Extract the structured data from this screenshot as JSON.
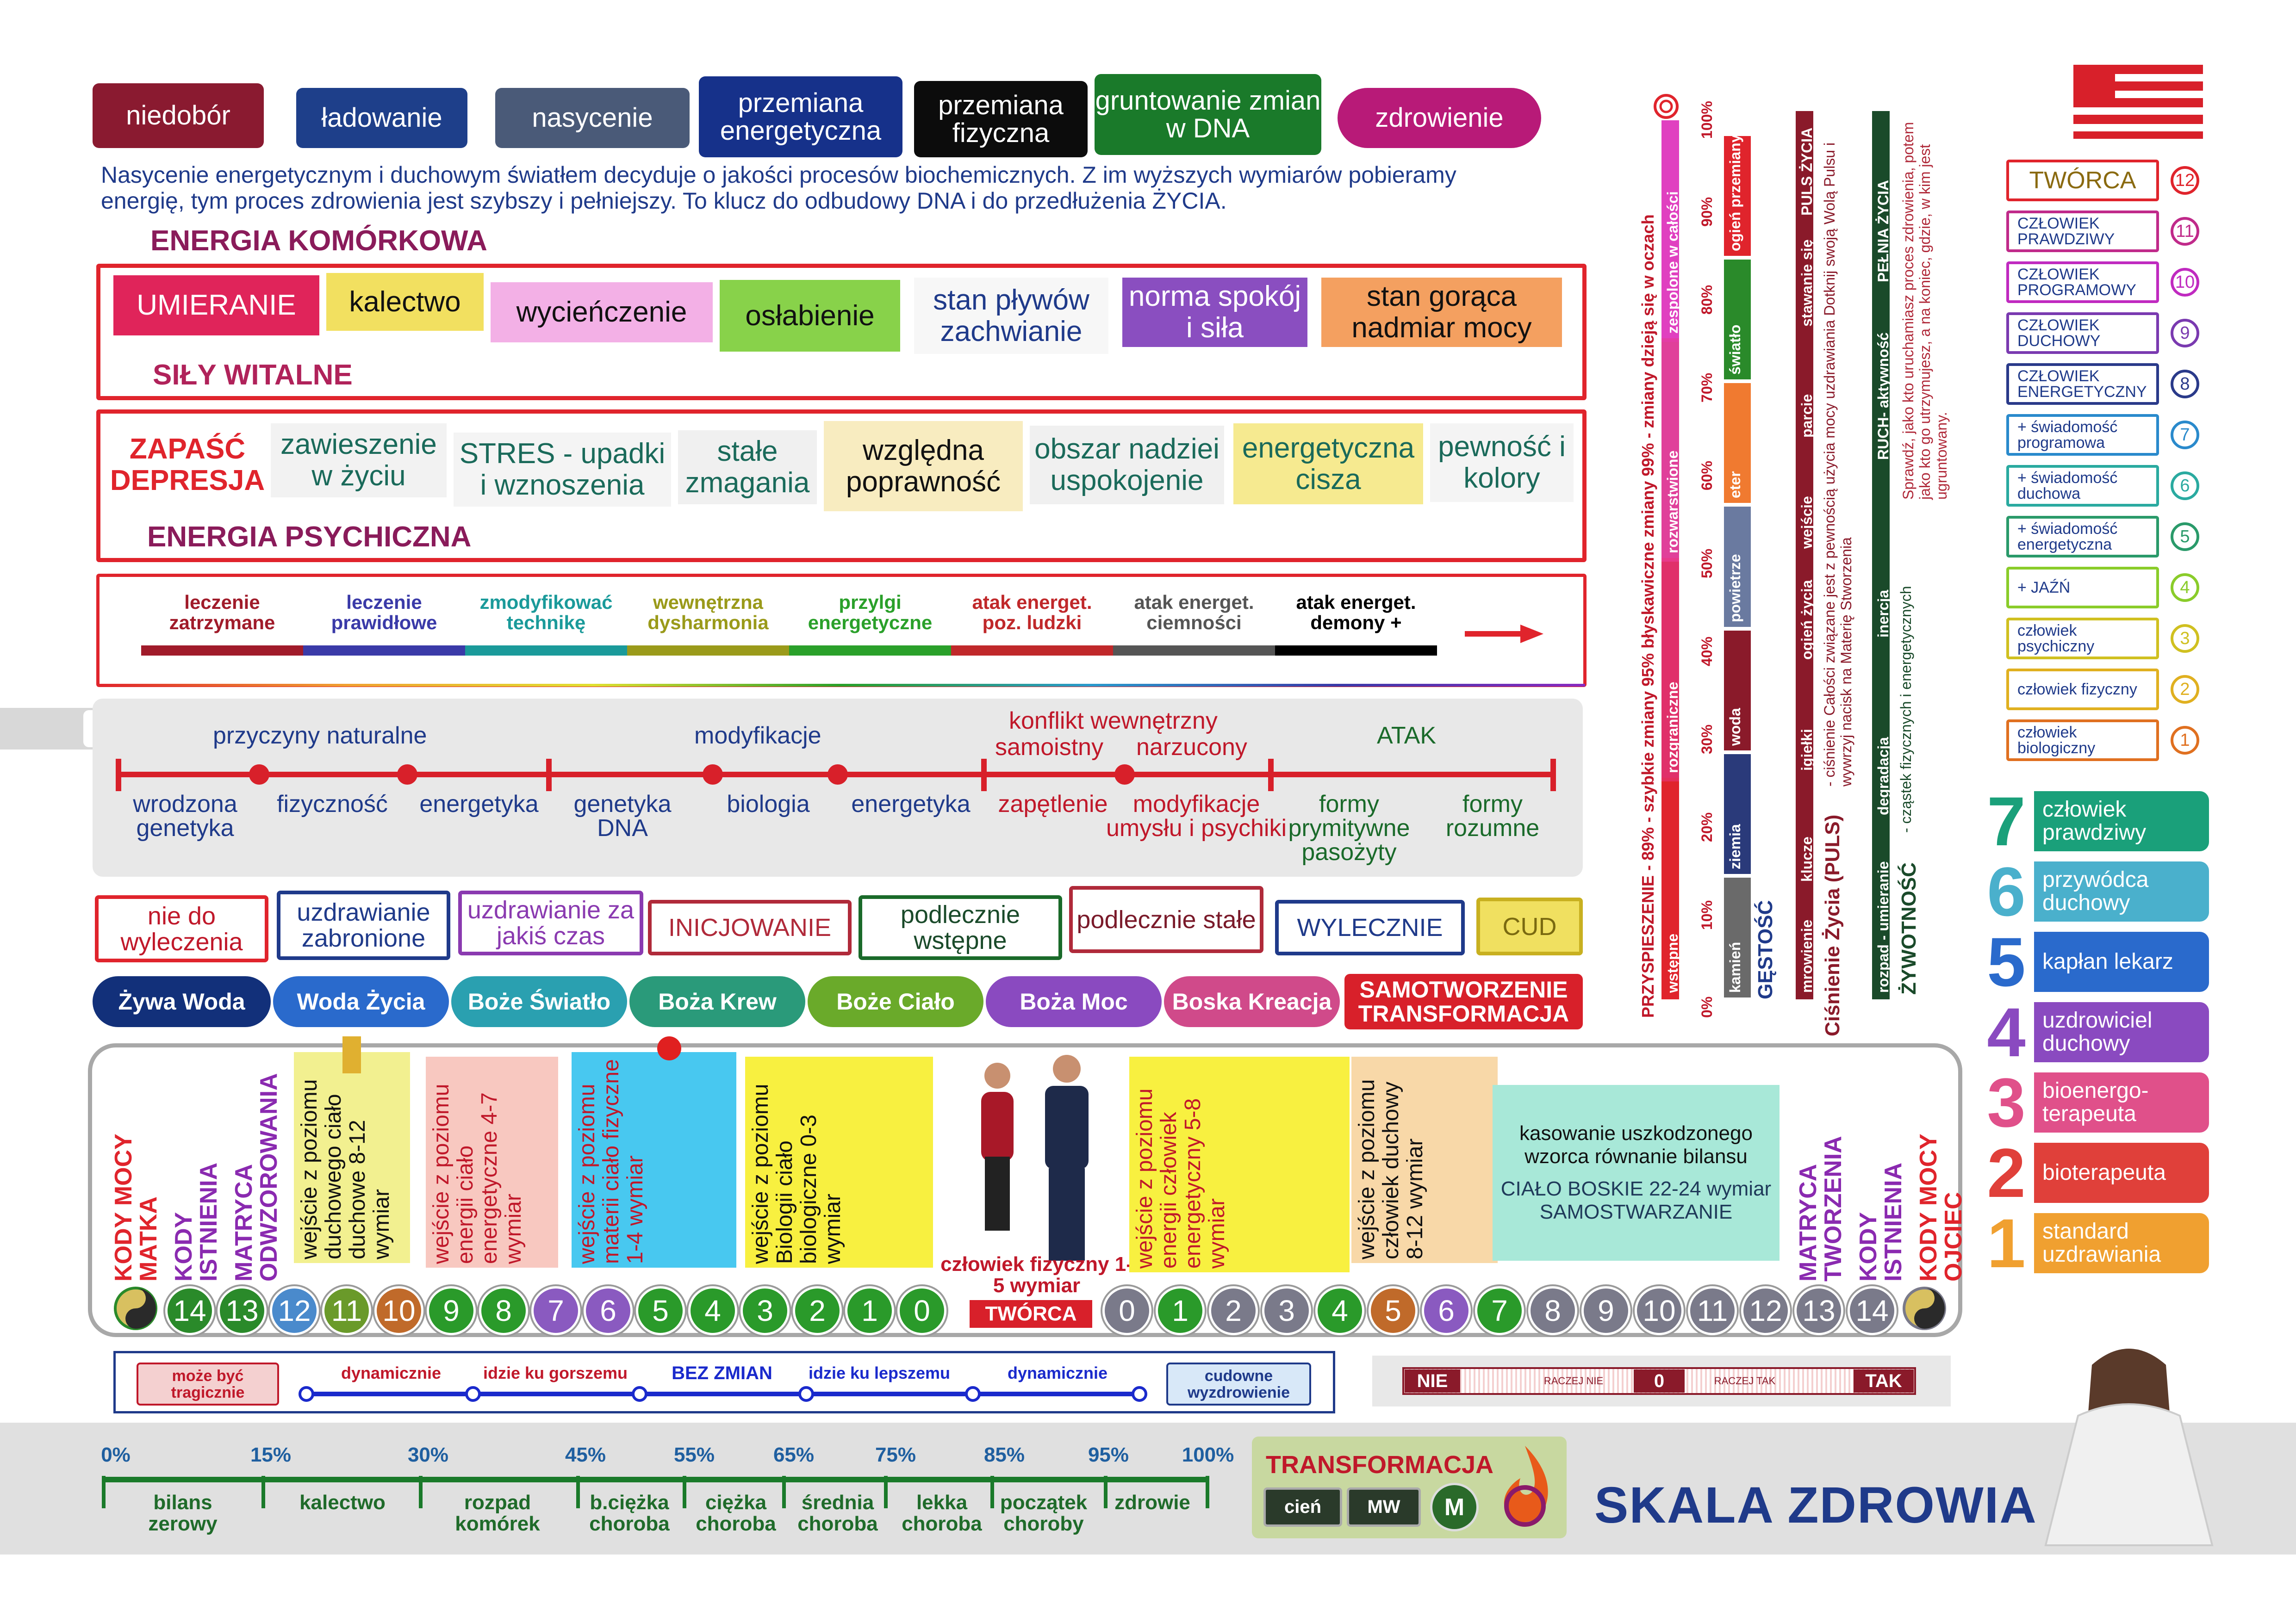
{
  "phases": [
    "niedobór",
    "ładowanie",
    "nasycenie",
    "przemiana energetyczna",
    "przemiana fizyczna",
    "gruntowanie zmian w DNA",
    "zdrowienie"
  ],
  "intro": "Nasycenie energetycznym i duchowym światłem decyduje o jakości procesów biochemicznych. Z im wyższych wymiarów pobieramy energię, tym proces zdrowienia jest szybszy i pełniejszy. To klucz do odbudowy DNA i do przedłużenia ŻYCIA.",
  "cell": {
    "title": "ENERGIA KOMÓRKOWA",
    "subtitle": "SIŁY WITALNE",
    "items": [
      "UMIERANIE",
      "kalectwo",
      "wycieńczenie",
      "osłabienie",
      "stan pływów zachwianie",
      "norma spokój i siła",
      "stan gorąca nadmiar mocy"
    ]
  },
  "psych": {
    "title": "ENERGIA PSYCHICZNA",
    "items": [
      "ZAPAŚĆ DEPRESJA",
      "zawieszenie w życiu",
      "STRES - upadki i wznoszenia",
      "stałe zmagania",
      "względna poprawność",
      "obszar nadziei uspokojenie",
      "energetyczna cisza",
      "pewność i kolory"
    ]
  },
  "treatment": {
    "items": [
      "leczenie zatrzymane",
      "leczenie prawidłowe",
      "zmodyfikować technikę",
      "wewnętrzna dysharmonia",
      "przylgi energetyczne",
      "atak energet. poz. ludzki",
      "atak energet. ciemności",
      "atak energet. demony +"
    ],
    "colors": [
      "#a01b2a",
      "#3a3aa8",
      "#1a9a9a",
      "#9a9a1a",
      "#2aa02a",
      "#c0282a",
      "#555555",
      "#000000"
    ]
  },
  "causes": {
    "tab": "3",
    "top": [
      "przyczyny naturalne",
      "modyfikacje",
      "konflikt wewnętrzny",
      "samoistny",
      "narzucony",
      "ATAK"
    ],
    "bottom": [
      "wrodzona genetyka",
      "fizyczność",
      "energetyka",
      "genetyka DNA",
      "biologia",
      "energetyka",
      "zapętlenie",
      "modyfikacje umysłu i psychiki",
      "formy prymitywne pasożyty",
      "formy rozumne"
    ]
  },
  "curability": [
    "nie do wyleczenia",
    "uzdrawianie zabronione",
    "uzdrawianie za jakiś czas",
    "INICJOWANIE",
    "podlecznie wstępne",
    "podlecznie stałe",
    "WYLECZNIE",
    "CUD"
  ],
  "remedies": [
    "Żywa Woda",
    "Woda Życia",
    "Boże Światło",
    "Boża Krew",
    "Boże Ciało",
    "Boża Moc",
    "Boska Kreacja",
    "SAMOTWORZENIE TRANSFORMACJA"
  ],
  "matrix": {
    "left_vertical": [
      "KODY MOCY MATKA",
      "KODY ISTNIENIA",
      "MATRYCA ODWZOROWANIA"
    ],
    "right_vertical": [
      "MATRYCA TWORZENIA",
      "KODY ISTNIENIA",
      "KODY MOCY OJCIEC"
    ],
    "notes": [
      "wejście z poziomu duchowego ciało duchowe 8-12 wymiar",
      "wejście z poziomu energii ciało energetyczne 4-7 wymiar",
      "wejście z poziomu materii ciało fizyczne 1-4 wymiar",
      "wejście z poziomu Biologii ciało biologiczne 0-3 wymiar",
      "wejście z poziomu energii człowiek energetyczny 5-8 wymiar",
      "wejście z poziomu człowiek duchowy 8-12 wymiar"
    ],
    "center_caption": "człowiek fizyczny 1-5 wymiar",
    "center_badge": "TWÓRCA",
    "final_note_top": "kasowanie uszkodzonego wzorca równanie bilansu",
    "final_note_bottom": "CIAŁO BOSKIE 22-24 wymiar SAMOSTWARZANIE",
    "left_numbers": [
      "14",
      "13",
      "12",
      "11",
      "10",
      "9",
      "8",
      "7",
      "6",
      "5",
      "4",
      "3",
      "2",
      "1",
      "0"
    ],
    "right_numbers": [
      "0",
      "1",
      "2",
      "3",
      "4",
      "5",
      "6",
      "7",
      "8",
      "9",
      "10",
      "11",
      "12",
      "13",
      "14"
    ],
    "left_colors": [
      "#2a8a2a",
      "#2a8a2a",
      "#4a8acc",
      "#6a9a2a",
      "#c06a2a",
      "#2a9a2a",
      "#2a9a2a",
      "#8a5ac0",
      "#8a5ac0",
      "#2a9a2a",
      "#2a9a2a",
      "#2a9a2a",
      "#2a9a2a",
      "#2a9a2a",
      "#2a9a2a"
    ],
    "right_colors": [
      "#7a7a8a",
      "#2a9a2a",
      "#7a7a8a",
      "#7a7a8a",
      "#2a9a2a",
      "#c06a2a",
      "#8a5ac0",
      "#2a9a2a",
      "#7a7a8a",
      "#7a7a8a",
      "#7a7a8a",
      "#7a7a8a",
      "#7a7a8a",
      "#7a7a8a",
      "#7a7a8a"
    ]
  },
  "trend": {
    "left": "może być tragicznie",
    "right": "cudowne wyzdrowienie",
    "labels": [
      "dynamicznie",
      "idzie ku gorszemu",
      "BEZ ZMIAN",
      "idzie ku lepszemu",
      "dynamicznie"
    ]
  },
  "meter": {
    "no": "NIE",
    "rather_no": "RACZEJ NIE",
    "zero": "0",
    "rather_yes": "RACZEJ TAK",
    "yes": "TAK"
  },
  "health_scale": {
    "percents": [
      "0%",
      "15%",
      "30%",
      "45%",
      "55%",
      "65%",
      "75%",
      "85%",
      "95%",
      "100%"
    ],
    "states": [
      "bilans zerowy",
      "kalectwo",
      "rozpad komórek",
      "b.ciężka choroba",
      "ciężka choroba",
      "średnia choroba",
      "lekka choroba",
      "początek choroby",
      "zdrowie"
    ]
  },
  "transform": {
    "title": "TRANSFORMACJA",
    "buttons": [
      "cień",
      "MW",
      "M"
    ]
  },
  "main_title": "SKALA ZDROWIA",
  "bars": {
    "percents": [
      "0%",
      "10%",
      "20%",
      "30%",
      "40%",
      "50%",
      "60%",
      "70%",
      "80%",
      "90%",
      "100%"
    ],
    "acceleration_axis": "PRZYSPIESZENIE - 89% - szybkie zmiany   95% błyskawiczne zmiany   99% - zmiany dzieją się w oczach",
    "acceleration_segments": [
      "wstępne",
      "rozgraniczne",
      "rozwarstwione",
      "zespolone w całości"
    ],
    "density_axis": "GĘSTOŚĆ",
    "density_segments": [
      "kamień",
      "ziemia",
      "woda",
      "powietrze",
      "eter",
      "światło",
      "ogień przemiany"
    ],
    "pulse_axis": "Ciśnienie Życia (PULS)",
    "pulse_desc": "- ciśnienie Całości związane jest z pewnością użycia mocy uzdrawiania Dotknij swoją Wolą Pulsu i wywrzyj nacisk na Materię Stworzenia",
    "pulse_segments": [
      "mrowienie",
      "klucze",
      "igiełki",
      "ogień życia",
      "wejście",
      "parcie",
      "stawanie się",
      "PULS ŻYCIA"
    ],
    "vital_axis": "ŻYWOTNOŚĆ",
    "vital_desc": "- cząstek fizycznych i energetycznych",
    "vital_segments": [
      "rozpad - umieranie",
      "degradacja",
      "inercja",
      "RUCH- aktywność",
      "PEŁNIA ŻYCIA"
    ],
    "note": "Sprawdź, jako kto uruchamiasz proces zdrowienia, potem jako kto go utrzymujesz, a na koniec, gdzie, w kim jest ugruntowany."
  },
  "levels": [
    "TWÓRCA",
    "CZŁOWIEK PRAWDZIWY",
    "CZŁOWIEK PROGRAMOWY",
    "CZŁOWIEK DUCHOWY",
    "CZŁOWIEK ENERGETYCZNY",
    "+ świadomość programowa",
    "+ świadomość duchowa",
    "+ świadomość energetyczna",
    "+ JAŹŃ",
    "człowiek psychiczny",
    "człowiek fizyczny",
    "człowiek biologiczny"
  ],
  "level_numbers": [
    "12",
    "11",
    "10",
    "9",
    "8",
    "7",
    "6",
    "5",
    "4",
    "3",
    "2",
    "1"
  ],
  "level_colors": [
    "#e0242c",
    "#c02a8a",
    "#c02ac0",
    "#7a3ab0",
    "#2a3a8a",
    "#2a8acc",
    "#2aaaa0",
    "#2a9a6a",
    "#8acc2a",
    "#d0c020",
    "#e0b020",
    "#e07020"
  ],
  "healers": {
    "numbers": [
      "7",
      "6",
      "5",
      "4",
      "3",
      "2",
      "1"
    ],
    "labels": [
      "człowiek prawdziwy",
      "przywódca duchowy",
      "kapłan lekarz",
      "uzdrowiciel duchowy",
      "bioenergo-terapeuta",
      "bioterapeuta",
      "standard uzdrawiania"
    ],
    "colors": [
      "#1aa07a",
      "#4ab0cc",
      "#2a6acc",
      "#8a4ac0",
      "#e0508a",
      "#e0403a",
      "#f0a030"
    ]
  }
}
